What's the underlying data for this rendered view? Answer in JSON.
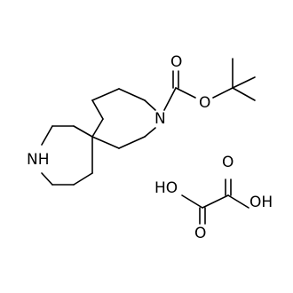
{
  "figure": {
    "molecule_1": {
      "atoms": {
        "amine_nitrogen": "NH",
        "carbamate_nitrogen": "N",
        "carbonyl_oxygen": "O",
        "ester_oxygen": "O"
      }
    },
    "molecule_2": {
      "atoms": {
        "carbonyl_oxygen_left": "O",
        "carbonyl_oxygen_right": "O",
        "hydroxyl_left": "HO",
        "hydroxyl_right": "OH"
      }
    }
  },
  "colors": {
    "bond": "#000000",
    "label": "#000000",
    "background": "#ffffff"
  }
}
